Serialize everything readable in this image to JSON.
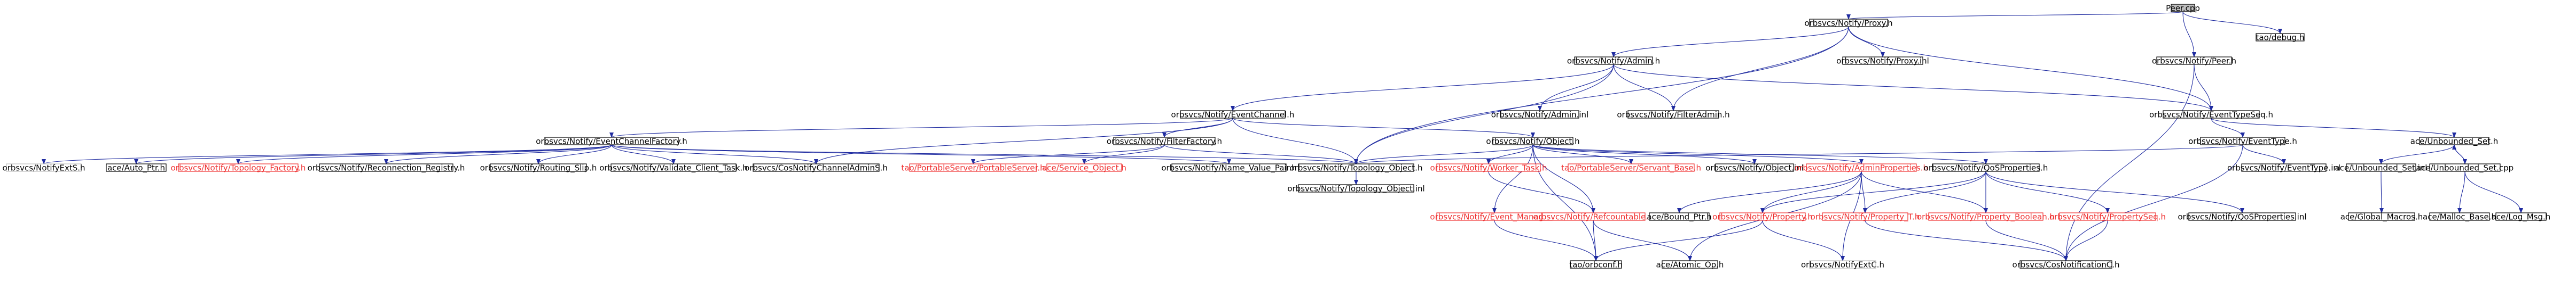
{
  "colors": {
    "edge_default": "#1f2ba0",
    "edge_red": "#ef2e2e",
    "edge_purple": "#a0308f",
    "node_border": "#000000",
    "node_border_unresolved": "#ef2e2e",
    "node_border_leaf": "#bfbfbf",
    "root_fill": "#bfbfbf",
    "node_fill": "#ffffff",
    "label_default": "#000000",
    "label_unresolved": "#ef2e2e"
  },
  "nodes": [
    {
      "id": "peer_cpp",
      "label": "Peer.cpp",
      "kind": "root"
    },
    {
      "id": "proxy_h",
      "label": "orbsvcs/Notify/Proxy.h",
      "kind": "normal"
    },
    {
      "id": "debug_h",
      "label": "tao/debug.h",
      "kind": "normal"
    },
    {
      "id": "peer_h",
      "label": "orbsvcs/Notify/Peer.h",
      "kind": "normal"
    },
    {
      "id": "admin_h",
      "label": "orbsvcs/Notify/Admin.h",
      "kind": "normal"
    },
    {
      "id": "proxy_inl",
      "label": "orbsvcs/Notify/Proxy.inl",
      "kind": "normal"
    },
    {
      "id": "eventchannel_h",
      "label": "orbsvcs/Notify/EventChannel.h",
      "kind": "normal"
    },
    {
      "id": "admin_inl",
      "label": "orbsvcs/Notify/Admin.inl",
      "kind": "normal"
    },
    {
      "id": "filteradmin_h",
      "label": "orbsvcs/Notify/FilterAdmin.h",
      "kind": "normal"
    },
    {
      "id": "eventtypeseq_h",
      "label": "orbsvcs/Notify/EventTypeSeq.h",
      "kind": "normal"
    },
    {
      "id": "ecfactory_h",
      "label": "orbsvcs/Notify/EventChannelFactory.h",
      "kind": "normal"
    },
    {
      "id": "filterfactory_h",
      "label": "orbsvcs/Notify/FilterFactory.h",
      "kind": "normal"
    },
    {
      "id": "object_h",
      "label": "orbsvcs/Notify/Object.h",
      "kind": "normal"
    },
    {
      "id": "eventtype_h",
      "label": "orbsvcs/Notify/EventType.h",
      "kind": "normal"
    },
    {
      "id": "unbounded_set_h",
      "label": "ace/Unbounded_Set.h",
      "kind": "normal"
    },
    {
      "id": "cosnotifys_h",
      "label": "orbsvcs/NotifyExtS.h",
      "kind": "leaf"
    },
    {
      "id": "auto_ptr_h",
      "label": "ace/Auto_Ptr.h",
      "kind": "normal"
    },
    {
      "id": "topology_factory_h",
      "label": "orbsvcs/Notify/Topology_Factory.h",
      "kind": "unresolved"
    },
    {
      "id": "reconnection_registry_h",
      "label": "orbsvcs/Notify/Reconnection_Registry.h",
      "kind": "normal"
    },
    {
      "id": "routing_slip_h",
      "label": "orbsvcs/Notify/Routing_Slip.h",
      "kind": "normal"
    },
    {
      "id": "validate_client_task_h",
      "label": "orbsvcs/Notify/Validate_Client_Task.h",
      "kind": "normal"
    },
    {
      "id": "cosnotifychanneladmins_h",
      "label": "orbsvcs/CosNotifyChannelAdminS.h",
      "kind": "normal"
    },
    {
      "id": "portableserver_h",
      "label": "tao/PortableServer/PortableServer.h",
      "kind": "unresolved"
    },
    {
      "id": "service_object_h",
      "label": "ace/Service_Object.h",
      "kind": "unresolved"
    },
    {
      "id": "name_value_pair_h",
      "label": "orbsvcs/Notify/Name_Value_Pair.h",
      "kind": "normal"
    },
    {
      "id": "topology_object_h",
      "label": "orbsvcs/Notify/Topology_Object.h",
      "kind": "normal"
    },
    {
      "id": "worker_task_h",
      "label": "orbsvcs/Notify/Worker_Task.h",
      "kind": "unresolved"
    },
    {
      "id": "servant_base_h",
      "label": "tao/PortableServer/Servant_Base.h",
      "kind": "unresolved"
    },
    {
      "id": "object_inl",
      "label": "orbsvcs/Notify/Object.inl",
      "kind": "normal"
    },
    {
      "id": "adminproperties_h",
      "label": "orbsvcs/Notify/AdminProperties.h",
      "kind": "unresolved"
    },
    {
      "id": "qosproperties_h",
      "label": "orbsvcs/Notify/QoSProperties.h",
      "kind": "normal"
    },
    {
      "id": "eventtype_inl",
      "label": "orbsvcs/Notify/EventType.inl",
      "kind": "normal"
    },
    {
      "id": "unbounded_set_inl",
      "label": "ace/Unbounded_Set.inl",
      "kind": "normal"
    },
    {
      "id": "unbounded_set_cpp",
      "label": "ace/Unbounded_Set.cpp",
      "kind": "normal"
    },
    {
      "id": "topology_object_inl",
      "label": "orbsvcs/Notify/Topology_Object.inl",
      "kind": "normal"
    },
    {
      "id": "event_manager_h",
      "label": "orbsvcs/Notify/Event_Manager.h",
      "kind": "unresolved"
    },
    {
      "id": "refcountable_h",
      "label": "orbsvcs/Notify/Refcountable.h",
      "kind": "unresolved"
    },
    {
      "id": "bound_ptr_h",
      "label": "ace/Bound_Ptr.h",
      "kind": "normal"
    },
    {
      "id": "property_h",
      "label": "orbsvcs/Notify/Property.h",
      "kind": "unresolved"
    },
    {
      "id": "property_t_h",
      "label": "orbsvcs/Notify/Property_T.h",
      "kind": "unresolved"
    },
    {
      "id": "property_boolean_h",
      "label": "orbsvcs/Notify/Property_Boolean.h",
      "kind": "unresolved"
    },
    {
      "id": "propertyseq_h",
      "label": "orbsvcs/Notify/PropertySeq.h",
      "kind": "unresolved"
    },
    {
      "id": "qosproperties_inl",
      "label": "orbsvcs/Notify/QoSProperties.inl",
      "kind": "normal"
    },
    {
      "id": "global_macros_h",
      "label": "ace/Global_Macros.h",
      "kind": "normal"
    },
    {
      "id": "malloc_base_h",
      "label": "ace/Malloc_Base.h",
      "kind": "normal"
    },
    {
      "id": "log_msg_h",
      "label": "ace/Log_Msg.h",
      "kind": "normal"
    },
    {
      "id": "topology_object_inl2",
      "label": "orbsvcs/Notify/Topology_Object.inl",
      "kind": "normal"
    },
    {
      "id": "orbconf_h",
      "label": "tao/orbconf.h",
      "kind": "normal"
    },
    {
      "id": "atomic_op_h",
      "label": "ace/Atomic_Op.h",
      "kind": "normal"
    },
    {
      "id": "notifyextc_h",
      "label": "orbsvcs/NotifyExtC.h",
      "kind": "leaf"
    },
    {
      "id": "cosnotificationc_h",
      "label": "orbsvcs/CosNotificationC.h",
      "kind": "normal"
    }
  ]
}
